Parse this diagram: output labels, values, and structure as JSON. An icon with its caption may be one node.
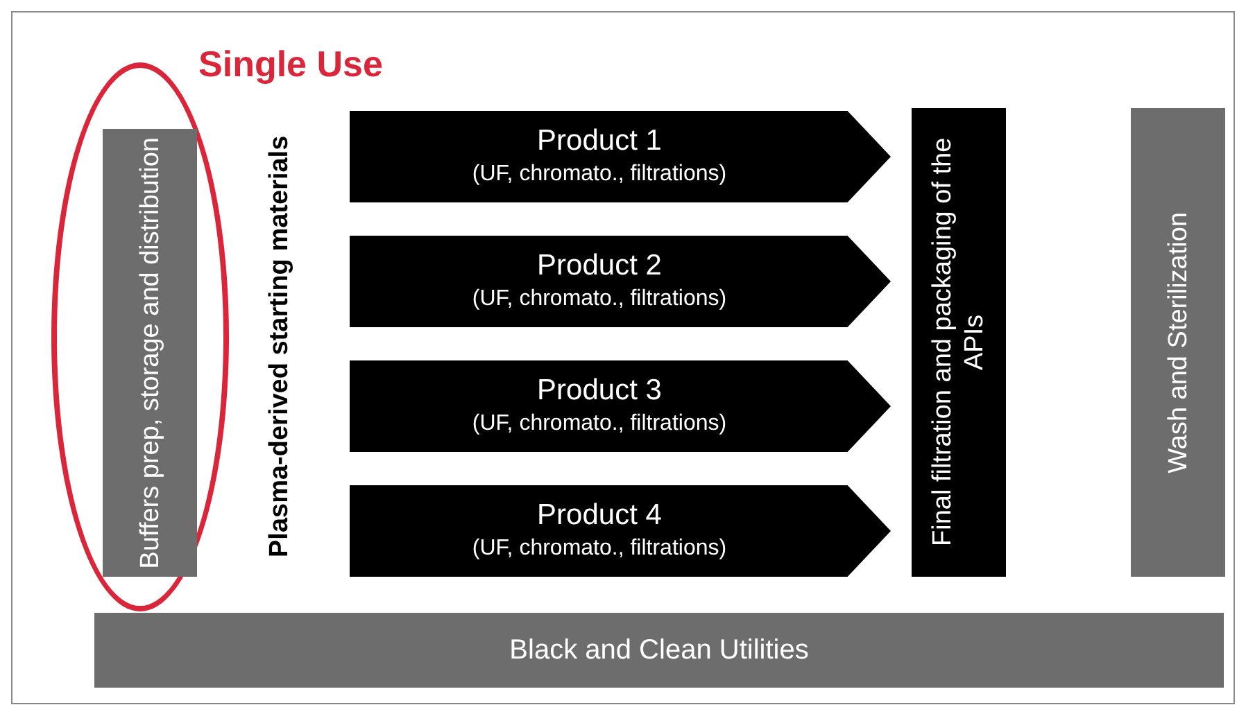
{
  "diagram": {
    "nodes": [
      {
        "text": [
          "Single Use"
        ]
      },
      {
        "text": [
          "Buffers prep, storage and distribution"
        ],
        "in": 0
      },
      {
        "text": [
          "Product 1",
          "(UF, chromato., filtrations)"
        ]
      },
      {
        "text": [
          "Product 2",
          "(UF, chromato., filtrations)"
        ]
      },
      {
        "text": [
          "Product 3",
          "(UF, chromato., filtrations)"
        ]
      },
      {
        "text": [
          "Product 4",
          "(UF, chromato., filtrations)"
        ]
      },
      {
        "text": [
          "Final filtration and packaging of the APIs"
        ]
      },
      {
        "text": [
          "Wash and Sterilization"
        ]
      },
      {
        "text": [
          "Black and Clean Utilities"
        ]
      }
    ],
    "labels": [
      "Plasma-derived starting materials"
    ]
  }
}
